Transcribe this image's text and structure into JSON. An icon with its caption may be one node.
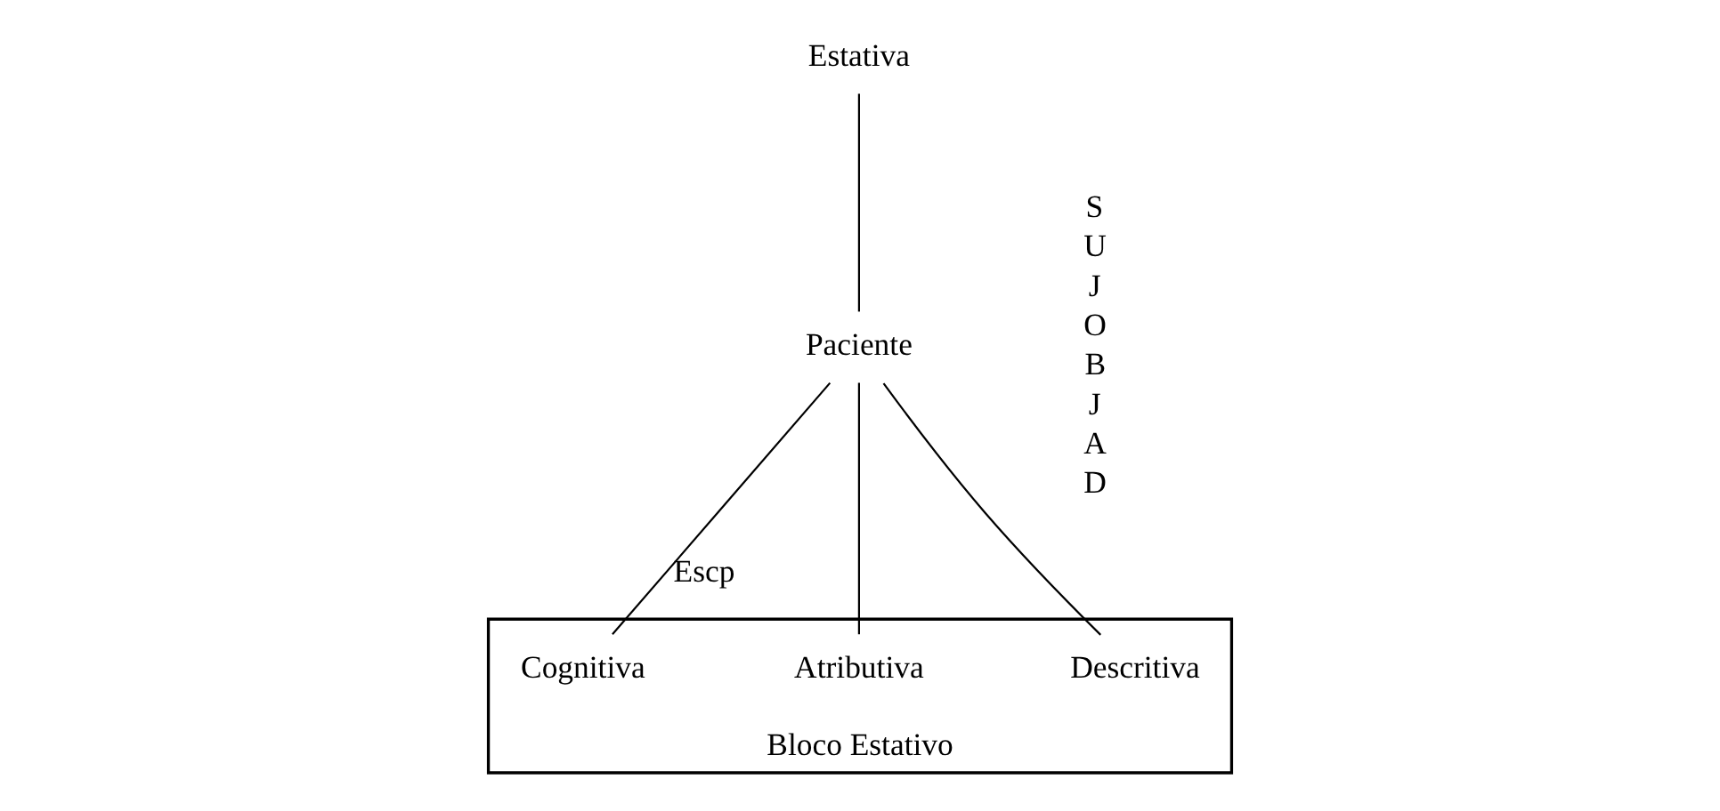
{
  "diagram": {
    "nodes": [
      {
        "text": [
          "Estativa"
        ]
      },
      {
        "text": [
          "Paciente"
        ]
      },
      {
        "text": [
          "Bloco Estativo"
        ]
      },
      {
        "text": [
          "Cognitiva"
        ],
        "in": 2
      },
      {
        "text": [
          "Atributiva"
        ],
        "in": 2
      },
      {
        "text": [
          "Descritiva"
        ],
        "in": 2
      }
    ],
    "edges": [
      {
        "from": 0,
        "to": 1,
        "arrow": "none"
      },
      {
        "from": 1,
        "to": 3,
        "arrow": "none",
        "label": "Escp"
      },
      {
        "from": 1,
        "to": 4,
        "arrow": "none"
      },
      {
        "from": 1,
        "to": 5,
        "arrow": "none"
      }
    ],
    "labels": [
      "S",
      "U",
      "J",
      "O",
      "B",
      "J",
      "A",
      "D"
    ]
  }
}
